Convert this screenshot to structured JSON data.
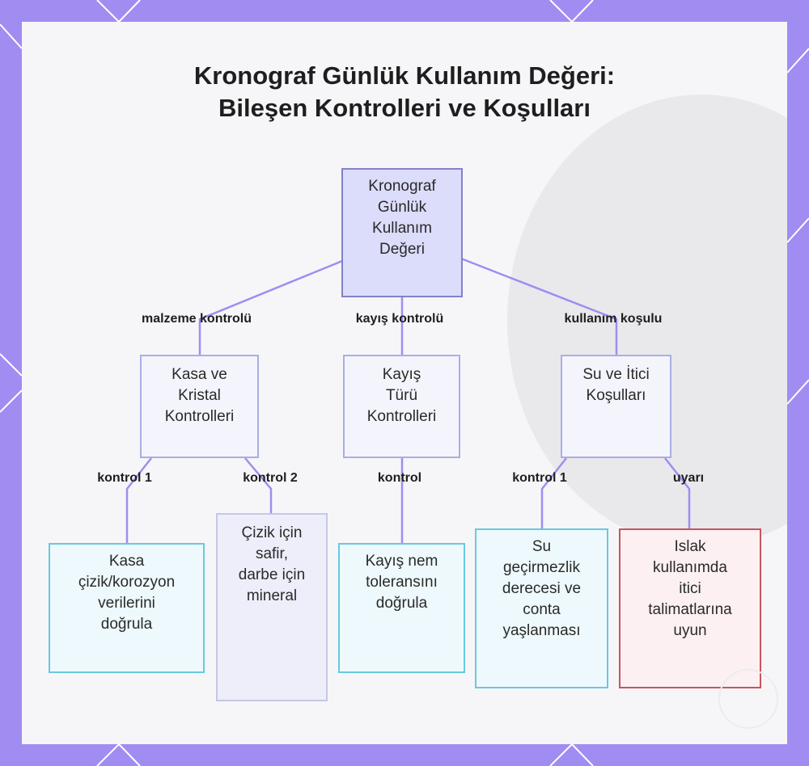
{
  "title": {
    "line1": "Kronograf Günlük Kullanım Değeri:",
    "line2": "Bileşen Kontrolleri ve Koşulları"
  },
  "nodes": {
    "root": [
      "Kronograf",
      "Günlük",
      "Kullanım",
      "Değeri"
    ],
    "case": [
      "Kasa ve",
      "Kristal",
      "Kontrolleri"
    ],
    "gasket": [
      "Kayış",
      "Türü",
      "Kontrolleri"
    ],
    "water": [
      "Su ve İtici",
      "Koşulları"
    ],
    "leaf_case": [
      "Kasa",
      "çizik/korozyon",
      "verilerini",
      "doğrula"
    ],
    "leaf_crystal": [
      "Çizik için",
      "safir,",
      "darbe için",
      "mineral"
    ],
    "leaf_strap": [
      "Kayış nem",
      "toleransını",
      "doğrula"
    ],
    "leaf_water": [
      "Su",
      "geçirmezlik",
      "derecesi ve",
      "conta",
      "yaşlanması"
    ],
    "leaf_wet": [
      "Islak",
      "kullanımda",
      "itici",
      "talimatlarına",
      "uyun"
    ]
  },
  "edge_labels": {
    "material": "malzeme kontrolü",
    "strap": "kayış kontrolü",
    "usage": "kullanım koşulu",
    "case_c1": "kontrol 1",
    "case_c2": "kontrol 2",
    "strap_c": "kontrol",
    "water_c1": "kontrol 1",
    "water_warn": "uyarı"
  },
  "colors": {
    "frame": "#a18cf2",
    "edge": "#a18cf2",
    "root_fill": "#dcdcfb",
    "leaf_blue_border": "#69c8e0",
    "leaf_red_border": "#c8545e"
  }
}
